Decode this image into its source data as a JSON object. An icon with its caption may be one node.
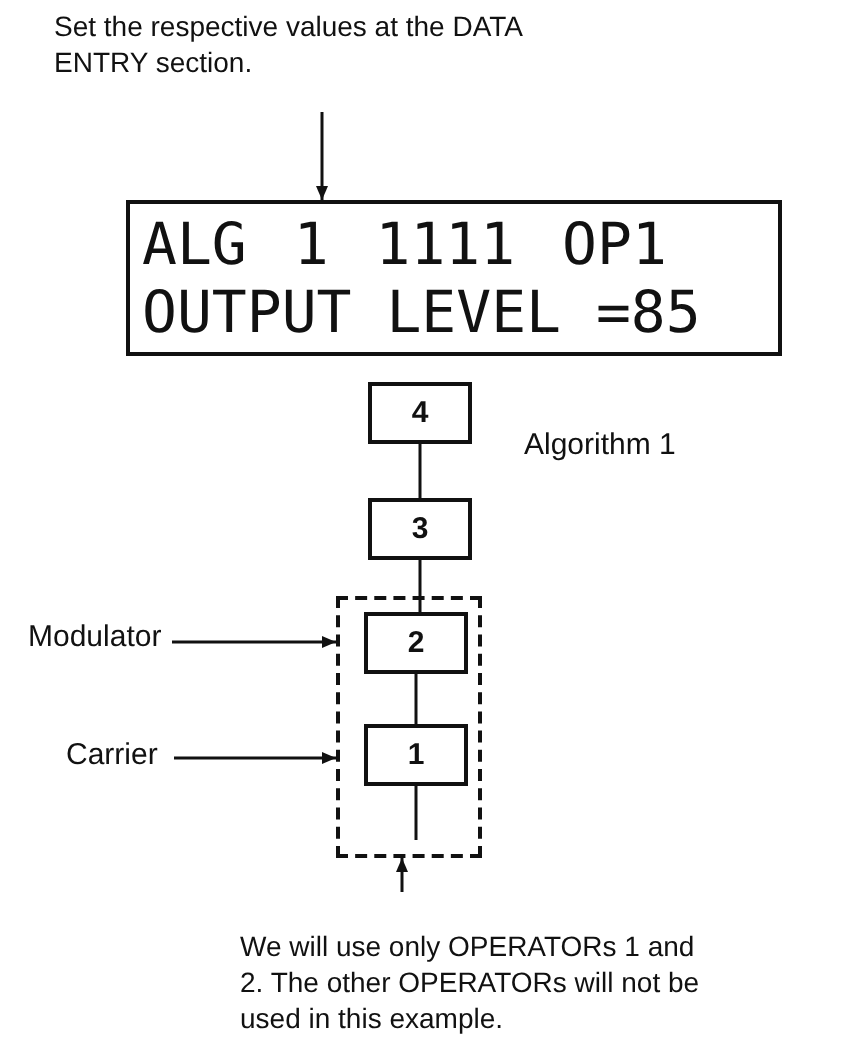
{
  "diagram": {
    "nodes": [
      {
        "text": [
          "Set the respective values at the DATA ENTRY section."
        ]
      },
      {
        "text": [
          "ALG 1 1111 OP1",
          "OUTPUT LEVEL =85"
        ]
      },
      {
        "text": [
          "4"
        ]
      },
      {
        "text": [
          "3"
        ]
      },
      {
        "text": [],
        "shape": "box"
      },
      {
        "text": [
          "2"
        ],
        "in": 4
      },
      {
        "text": [
          "1"
        ],
        "in": 4
      },
      {
        "text": [
          "Modulator"
        ]
      },
      {
        "text": [
          "Carrier"
        ]
      },
      {
        "text": [
          "We will use only OPERATORs 1 and 2. The other OPERATORs will not be used in this example."
        ]
      }
    ],
    "edges": [
      {
        "from": 0,
        "to": 1,
        "arrow": "to"
      },
      {
        "from": 2,
        "to": 3,
        "arrow": "none"
      },
      {
        "from": 3,
        "to": 5,
        "arrow": "none"
      },
      {
        "from": 5,
        "to": 6,
        "arrow": "none"
      },
      {
        "from": 6,
        "to": null,
        "arrow": "none"
      },
      {
        "from": 7,
        "to": 4,
        "arrow": "to"
      },
      {
        "from": 8,
        "to": 4,
        "arrow": "to"
      },
      {
        "from": 9,
        "to": 4,
        "arrow": "to"
      }
    ],
    "labels": [
      "Algorithm 1"
    ]
  }
}
